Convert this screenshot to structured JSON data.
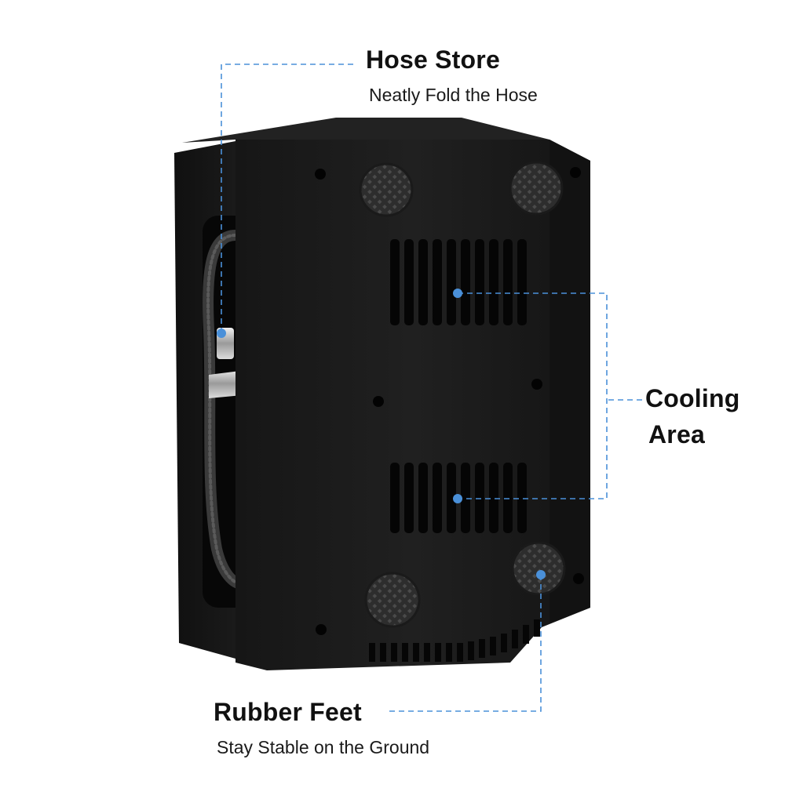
{
  "callouts": {
    "hose_store": {
      "title": "Hose Store",
      "subtitle": "Neatly Fold the Hose"
    },
    "cooling_area": {
      "title_line1": "Cooling",
      "title_line2": "Area"
    },
    "rubber_feet": {
      "title": "Rubber Feet",
      "subtitle": "Stay Stable on the Ground"
    }
  },
  "colors": {
    "accent": "#4a90d9",
    "device_body": "#141414",
    "device_face": "#1c1c1c",
    "background": "#ffffff"
  },
  "icons": [
    "rubber-foot-icon",
    "cooling-vent-icon",
    "screw-hole-icon"
  ]
}
